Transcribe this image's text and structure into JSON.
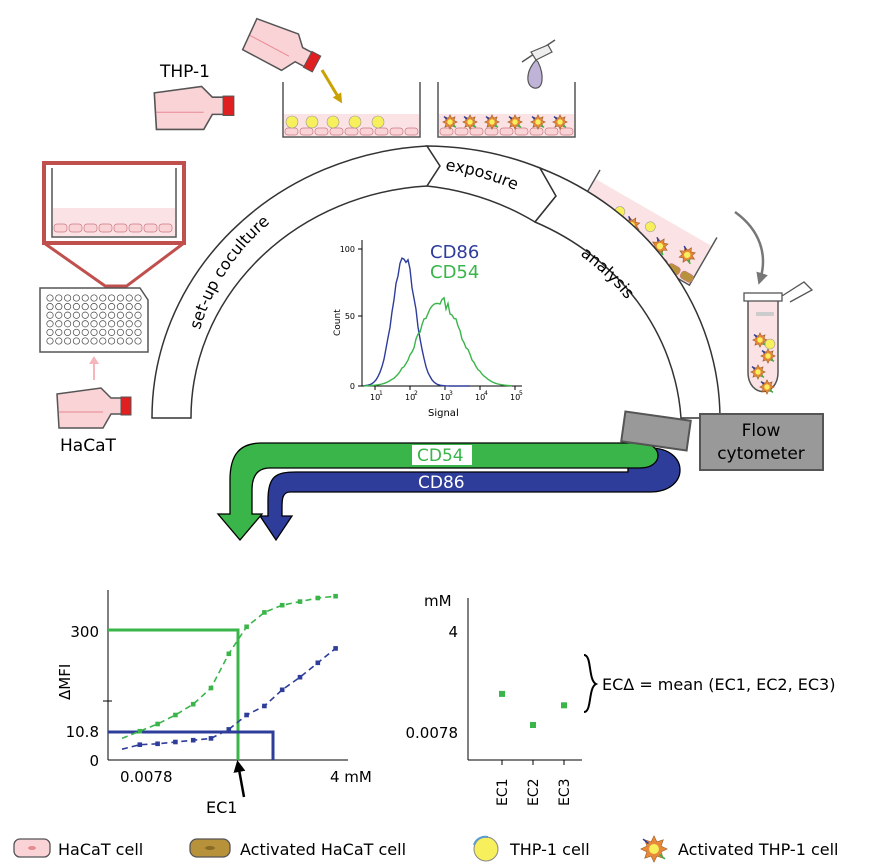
{
  "labels": {
    "thp1": "THP-1",
    "hacat": "HaCaT",
    "setup": "set-up coculture",
    "exposure": "exposure",
    "analysis": "analysis",
    "flow_line1": "Flow",
    "flow_line2": "cytometer",
    "band_cd54": "CD54",
    "band_cd86": "CD86"
  },
  "histogram": {
    "ylabel": "Count",
    "xlabel": "Signal",
    "yticks": [
      "0",
      "50",
      "100"
    ],
    "xticks": [
      "10",
      "10",
      "10",
      "10",
      "10"
    ],
    "xtick_exp": [
      "1",
      "2",
      "3",
      "4",
      "5"
    ],
    "legend": [
      {
        "name": "CD86",
        "color": "#2e3d9a"
      },
      {
        "name": "CD54",
        "color": "#39b54a"
      }
    ]
  },
  "chart_data": [
    {
      "type": "line",
      "ylabel": "ΔMFI",
      "yticks": [
        "300",
        "10.8",
        "0"
      ],
      "xticks": [
        "0.0078",
        "4 mM"
      ],
      "annotation": "EC1",
      "series": [
        {
          "name": "CD54",
          "color": "#39b54a",
          "x": [
            1,
            2,
            3,
            4,
            5,
            6,
            7,
            8,
            9,
            10,
            11,
            12,
            13
          ],
          "y": [
            0.12,
            0.16,
            0.2,
            0.25,
            0.31,
            0.4,
            0.59,
            0.74,
            0.82,
            0.86,
            0.88,
            0.9,
            0.91
          ]
        },
        {
          "name": "CD86",
          "color": "#2e3d9a",
          "x": [
            1,
            2,
            3,
            4,
            5,
            6,
            7,
            8,
            9,
            10,
            11,
            12,
            13
          ],
          "y": [
            0.06,
            0.085,
            0.09,
            0.1,
            0.11,
            0.12,
            0.17,
            0.25,
            0.3,
            0.39,
            0.46,
            0.54,
            0.62
          ]
        }
      ]
    },
    {
      "type": "scatter",
      "ylabel": "mM",
      "yticks": [
        "4",
        "0.0078"
      ],
      "categories": [
        "EC1",
        "EC2",
        "EC3"
      ],
      "values": [
        0.08,
        0.012,
        0.04
      ],
      "color": "#39b54a",
      "annotation": "ECΔ = mean (EC1, EC2, EC3)"
    }
  ],
  "legend": [
    {
      "label": "HaCaT cell",
      "icon": "hacat-cell-icon"
    },
    {
      "label": "Activated HaCaT cell",
      "icon": "activated-hacat-cell-icon"
    },
    {
      "label": "THP-1 cell",
      "icon": "thp1-cell-icon"
    },
    {
      "label": "Activated THP-1 cell",
      "icon": "activated-thp1-cell-icon"
    }
  ],
  "colors": {
    "green": "#39b54a",
    "blue": "#2e3d9a",
    "red": "#c0504d",
    "pink": "#f9d3d6",
    "yellow": "#f7ef5c",
    "brown": "#b8923a",
    "orange": "#e8893a"
  }
}
